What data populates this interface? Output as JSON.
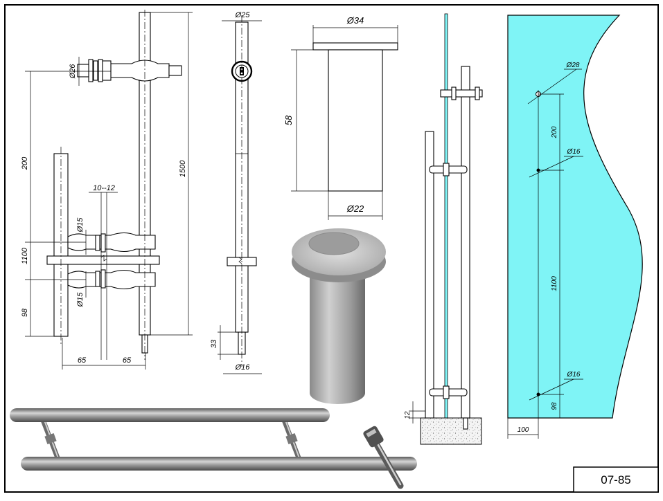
{
  "drawing_code": "07-85",
  "colors": {
    "glass": "#7ff4f6",
    "steel_light": "#c8c8c8",
    "steel_dark": "#5a5a5a",
    "floor": "#ececec"
  },
  "front_view": {
    "dia_top": "Ø26",
    "len_200": "200",
    "len_1500": "1500",
    "len_1100": "1100",
    "len_98": "98",
    "range_10_12": "10--12",
    "dia_mid_1": "Ø15",
    "dia_mid_2": "Ø15",
    "offset_left": "65",
    "offset_right": "65"
  },
  "side_view": {
    "dia_top": "Ø25",
    "len_33": "33",
    "dia_bottom": "Ø16"
  },
  "sleeve_detail": {
    "dia_flange": "Ø34",
    "height": "58",
    "dia_body": "Ø22"
  },
  "floor_detail": {
    "len_12": "12"
  },
  "glass_panel": {
    "dia_hole_top": "Ø28",
    "len_200": "200",
    "dia_hole_mid": "Ø16",
    "len_1100": "1100",
    "dia_hole_bottom": "Ø16",
    "len_98": "98",
    "edge_100": "100"
  }
}
